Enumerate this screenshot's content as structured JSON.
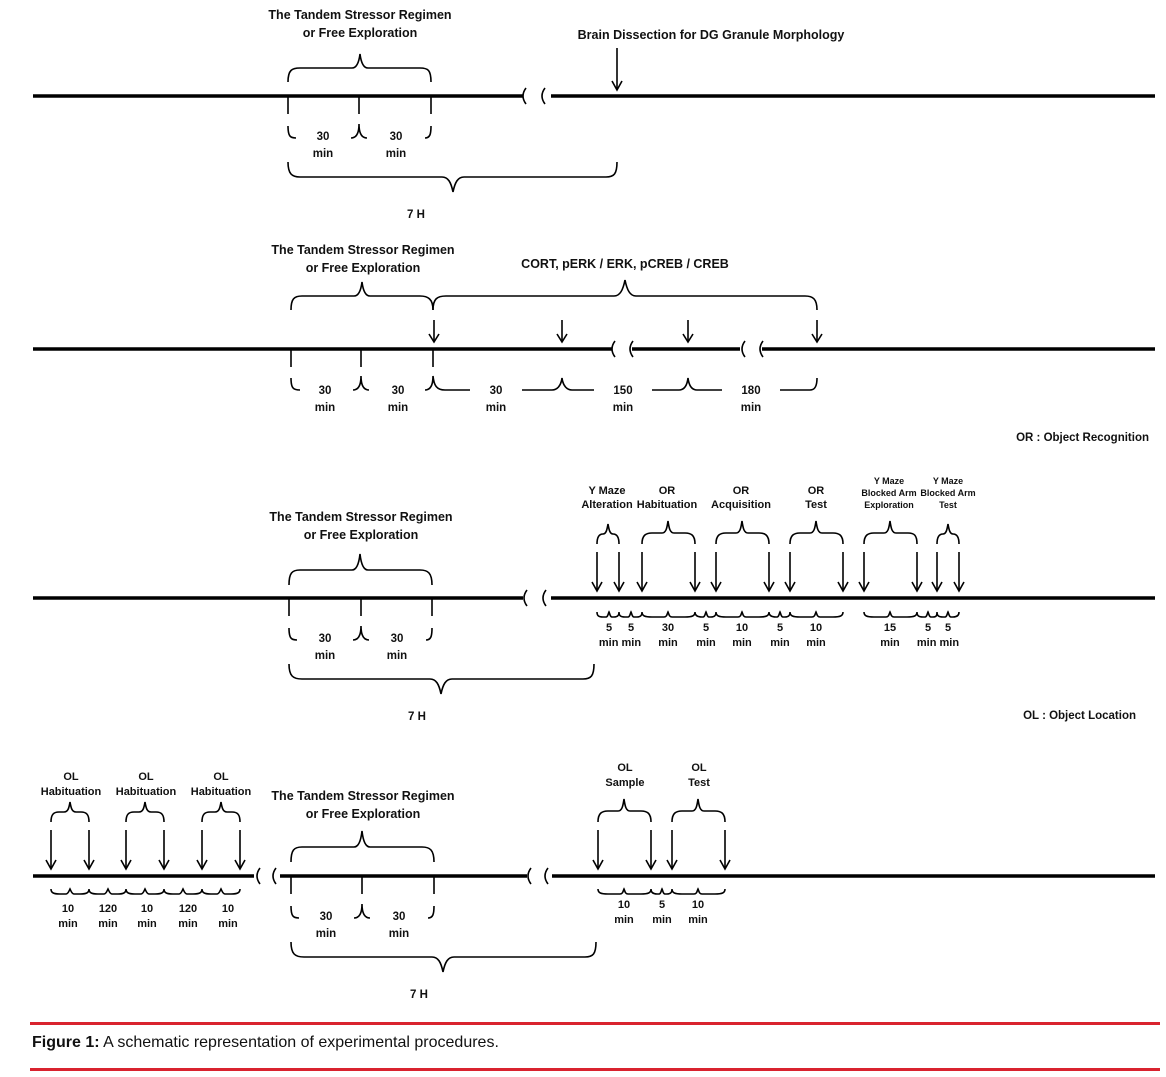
{
  "panel1": {
    "regimen_line1": "The Tandem Stressor Regimen",
    "regimen_line2": "or Free Exploration",
    "dissection_label": "Brain Dissection for DG Granule Morphology",
    "seg1_value": "30",
    "seg1_unit": "min",
    "seg2_value": "30",
    "seg2_unit": "min",
    "total": "7 H"
  },
  "panel2": {
    "regimen_line1": "The Tandem Stressor Regimen",
    "regimen_line2": "or Free Exploration",
    "measures_label": "CORT, pERK / ERK, pCREB / CREB",
    "segments": [
      {
        "value": "30",
        "unit": "min"
      },
      {
        "value": "30",
        "unit": "min"
      },
      {
        "value": "30",
        "unit": "min"
      },
      {
        "value": "150",
        "unit": "min"
      },
      {
        "value": "180",
        "unit": "min"
      }
    ]
  },
  "panel3": {
    "legend": "OR : Object Recognition",
    "regimen_line1": "The Tandem Stressor Regimen",
    "regimen_line2": "or Free Exploration",
    "seg1_value": "30",
    "seg1_unit": "min",
    "seg2_value": "30",
    "seg2_unit": "min",
    "total": "7 H",
    "tasks": [
      {
        "line1": "Y Maze",
        "line2": "Alteration"
      },
      {
        "line1": "OR",
        "line2": "Habituation"
      },
      {
        "line1": "OR",
        "line2": "Acquisition"
      },
      {
        "line1": "OR",
        "line2": "Test"
      }
    ],
    "small_tasks": [
      {
        "line1": "Y Maze",
        "line2": "Blocked Arm",
        "line3": "Exploration"
      },
      {
        "line1": "Y Maze",
        "line2": "Blocked Arm",
        "line3": "Test"
      }
    ],
    "durations_top": [
      "5",
      "5",
      "30",
      "5",
      "10",
      "5",
      "10",
      "15",
      "5",
      "5"
    ],
    "durations_bottom": [
      "min min",
      "min",
      "min",
      "min",
      "min",
      "min",
      "min",
      "min min"
    ]
  },
  "panel4": {
    "legend": "OL : Object Location",
    "habituation": [
      {
        "line1": "OL",
        "line2": "Habituation"
      },
      {
        "line1": "OL",
        "line2": "Habituation"
      },
      {
        "line1": "OL",
        "line2": "Habituation"
      }
    ],
    "pre_durations": [
      {
        "value": "10",
        "unit": "min"
      },
      {
        "value": "120",
        "unit": "min"
      },
      {
        "value": "10",
        "unit": "min"
      },
      {
        "value": "120",
        "unit": "min"
      },
      {
        "value": "10",
        "unit": "min"
      }
    ],
    "regimen_line1": "The Tandem Stressor Regimen",
    "regimen_line2": "or Free Exploration",
    "seg1_value": "30",
    "seg1_unit": "min",
    "seg2_value": "30",
    "seg2_unit": "min",
    "total": "7 H",
    "tasks": [
      {
        "line1": "OL",
        "line2": "Sample"
      },
      {
        "line1": "OL",
        "line2": "Test"
      }
    ],
    "post_durations": [
      {
        "value": "10",
        "unit": "min"
      },
      {
        "value": "5",
        "unit": "min"
      },
      {
        "value": "10",
        "unit": "min"
      }
    ]
  },
  "caption": {
    "label": "Figure 1:",
    "text": " A schematic representation of experimental procedures."
  },
  "colors": {
    "caption_rule": "#d9232f"
  }
}
